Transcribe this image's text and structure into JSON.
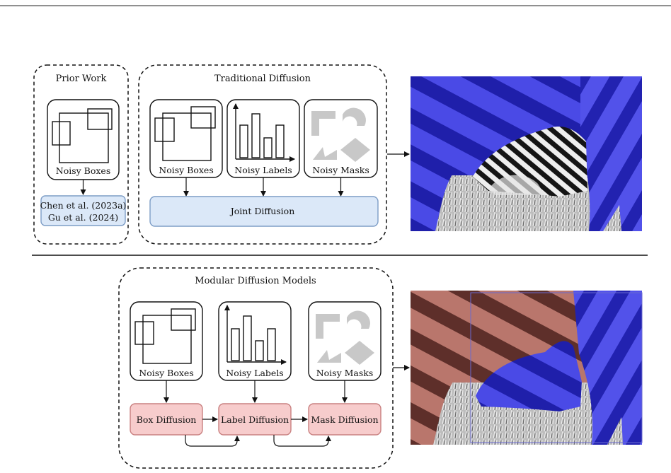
{
  "prior_work": {
    "title": "Prior Work",
    "boxes_label": "Noisy Boxes",
    "refs": [
      "Chen et al. (2023a)",
      "Gu et al. (2024)"
    ]
  },
  "traditional": {
    "title": "Traditional Diffusion",
    "panels": [
      "Noisy Boxes",
      "Noisy Labels",
      "Noisy Masks"
    ],
    "joint_label": "Joint Diffusion"
  },
  "modular": {
    "title": "Modular Diffusion Models",
    "panels": [
      "Noisy Boxes",
      "Noisy Labels",
      "Noisy Masks"
    ],
    "stages": [
      "Box Diffusion",
      "Label Diffusion",
      "Mask Diffusion"
    ]
  },
  "colors": {
    "blue_fill": "#dbe8f8",
    "blue_stroke": "#7d9dc6",
    "red_fill": "#f7cccc",
    "red_stroke": "#c98080",
    "mask_blue": "#3a3ae0",
    "mask_red": "#a86055",
    "mask_gray": "#c8c8c8"
  }
}
